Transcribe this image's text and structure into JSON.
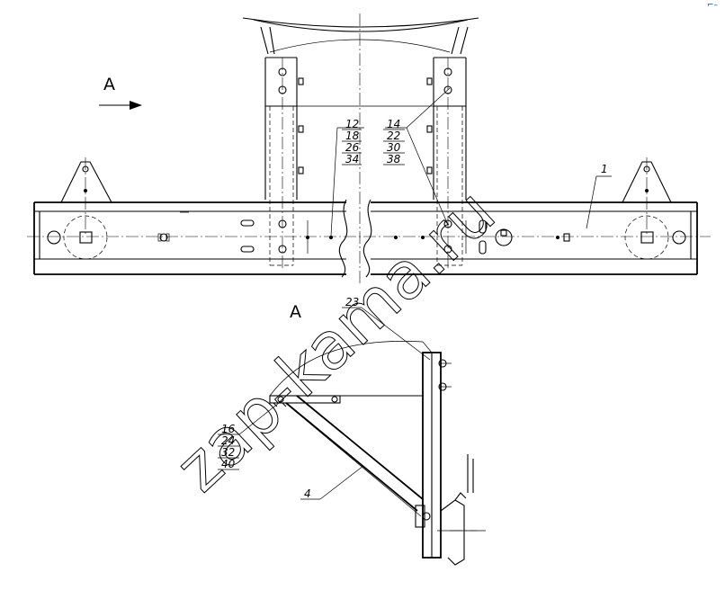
{
  "view_label_top": "A",
  "view_label_section": "A",
  "callouts": {
    "left_stack": [
      "12",
      "18",
      "26",
      "34"
    ],
    "right_stack": [
      "14",
      "22",
      "30",
      "38"
    ],
    "frame_ref": "1",
    "bracket_ref": "23",
    "lower_stack": [
      "16",
      "24",
      "32",
      "40"
    ],
    "strut_ref": "4"
  },
  "watermark": "zap-kama.ru",
  "corner_mark": "⌐–"
}
